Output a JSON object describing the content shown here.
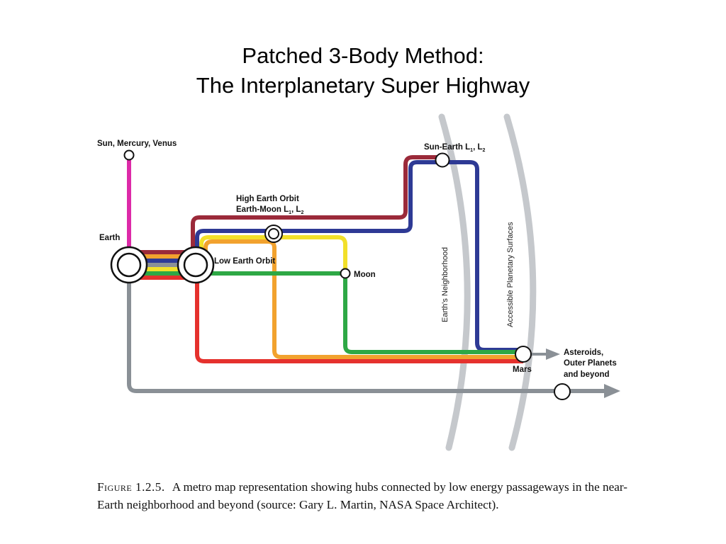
{
  "title": {
    "line1": "Patched 3-Body Method:",
    "line2": "The Interplanetary Super Highway"
  },
  "colors": {
    "magenta": "#dd2aa8",
    "maroon": "#9b2a3a",
    "navy": "#2e3a95",
    "yellow": "#f2e02a",
    "orange": "#f2a22e",
    "green": "#2ea845",
    "red": "#e5312d",
    "gray": "#8a9096",
    "zone_gray": "#c5c8cc"
  },
  "stations": {
    "sun_mercury_venus": "Sun, Mercury, Venus",
    "sun_earth_l": {
      "text": "Sun-Earth L",
      "s1": "1",
      "sep": ", L",
      "s2": "2"
    },
    "high_earth_orbit": "High Earth Orbit",
    "earth_moon_l": {
      "text": "Earth-Moon L",
      "s1": "1",
      "sep": ", L",
      "s2": "2"
    },
    "earth": "Earth",
    "low_earth_orbit": "Low Earth Orbit",
    "moon": "Moon",
    "mars": "Mars",
    "beyond": [
      "Asteroids,",
      "Outer Planets",
      "and beyond"
    ]
  },
  "zones": {
    "earths_neighborhood": "Earth's Neighborhood",
    "accessible_surfaces": "Accessible Planetary Surfaces"
  },
  "caption": {
    "label": "Figure 1.2.5.",
    "text": "A metro map representation showing hubs connected by low energy passageways in the near-Earth neighborhood and beyond (source: Gary L. Martin, NASA Space Architect)."
  }
}
